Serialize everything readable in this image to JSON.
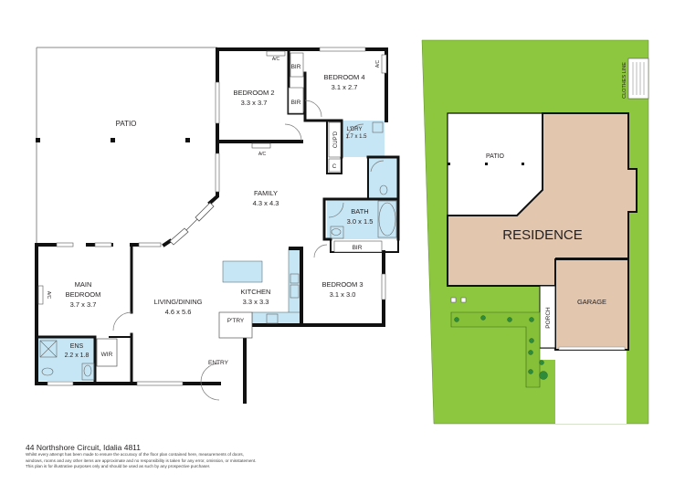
{
  "floor_plan": {
    "rooms": [
      {
        "id": "patio",
        "name": "PATIO",
        "dims": ""
      },
      {
        "id": "bedroom2",
        "name": "BEDROOM 2",
        "dims": "3.3 x 3.7"
      },
      {
        "id": "bedroom4",
        "name": "BEDROOM 4",
        "dims": "3.1 x 2.7"
      },
      {
        "id": "laundry",
        "name": "L'DRY",
        "dims": "1.7 x 1.5"
      },
      {
        "id": "family",
        "name": "FAMILY",
        "dims": "4.3 x 4.3"
      },
      {
        "id": "bath",
        "name": "BATH",
        "dims": "3.0 x 1.5"
      },
      {
        "id": "main_bedroom",
        "name": "MAIN BEDROOM",
        "name_line1": "MAIN",
        "name_line2": "BEDROOM",
        "dims": "3.7 x 3.7"
      },
      {
        "id": "living_dining",
        "name": "LIVING/DINING",
        "dims": "4.6 x 5.6"
      },
      {
        "id": "kitchen",
        "name": "KITCHEN",
        "dims": "3.3 x 3.3"
      },
      {
        "id": "bedroom3",
        "name": "BEDROOM 3",
        "dims": "3.1 x 3.0"
      },
      {
        "id": "ensuite",
        "name": "ENS",
        "dims": "2.2 x 1.8"
      }
    ],
    "small_labels": {
      "bir_1": "BIR",
      "bir_2": "BIR",
      "bir_3": "BIR",
      "cupd": "CUP'D",
      "c": "C",
      "ac_1": "A/C",
      "ac_2": "A/C",
      "ac_3": "A/C",
      "ac_4": "A/C",
      "pantry": "P'TRY",
      "wir": "WIR",
      "entry": "ENTRY"
    },
    "colors": {
      "wet_area": "#c6e6f5",
      "wall": "#111111",
      "window": "#ffffff"
    }
  },
  "site_plan": {
    "labels": {
      "residence": "RESIDENCE",
      "patio": "PATIO",
      "garage": "GARAGE",
      "porch": "PORCH",
      "clothes_line": "CLOTHES LINE"
    },
    "colors": {
      "lawn": "#8dc63f",
      "residence": "#e2c6ae",
      "shrub": "#2e8b3a",
      "outline": "#111111"
    }
  },
  "footer": {
    "address": "44 Northshore Circuit, Idalia 4811",
    "disclaimer_1": "Whilst every attempt has been made to ensure the accuracy of the floor plan contained here, measurements of doors,",
    "disclaimer_2": "windows, rooms and any other items are approximate and no responsibility is taken for any error, omission, or misstatement.",
    "disclaimer_3": "This plan is for illustrative purposes only and should be used as such by any prospective purchaser."
  }
}
